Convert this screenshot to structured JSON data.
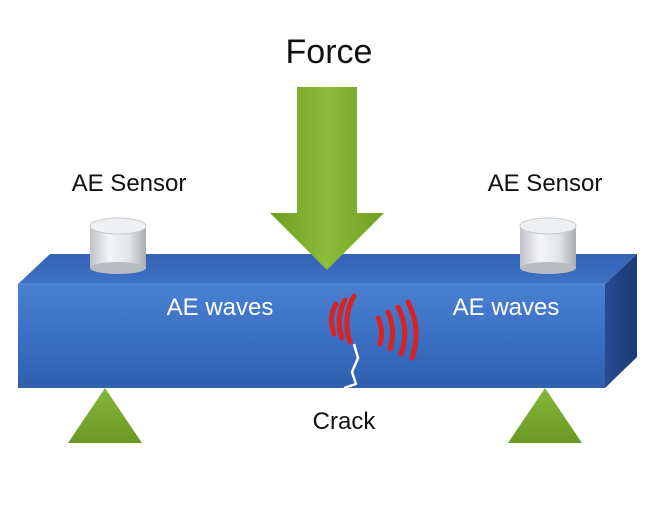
{
  "labels": {
    "force": "Force",
    "sensor_left": "AE Sensor",
    "sensor_right": "AE Sensor",
    "waves_left": "AE waves",
    "waves_right": "AE waves",
    "crack": "Crack"
  },
  "colors": {
    "beam_front": "#3a6fc4",
    "beam_top": "#2e5aa6",
    "beam_side": "#1f3f7a",
    "arrow": "#7bab2e",
    "support": "#78a82e",
    "wave": "#d92222",
    "text_dark": "#111111",
    "text_light": "#ffffff"
  },
  "icons": {
    "sensor": "cylinder-sensor-icon",
    "force_arrow": "down-arrow-icon",
    "support": "triangle-support-icon",
    "waves": "wave-arcs-icon"
  }
}
